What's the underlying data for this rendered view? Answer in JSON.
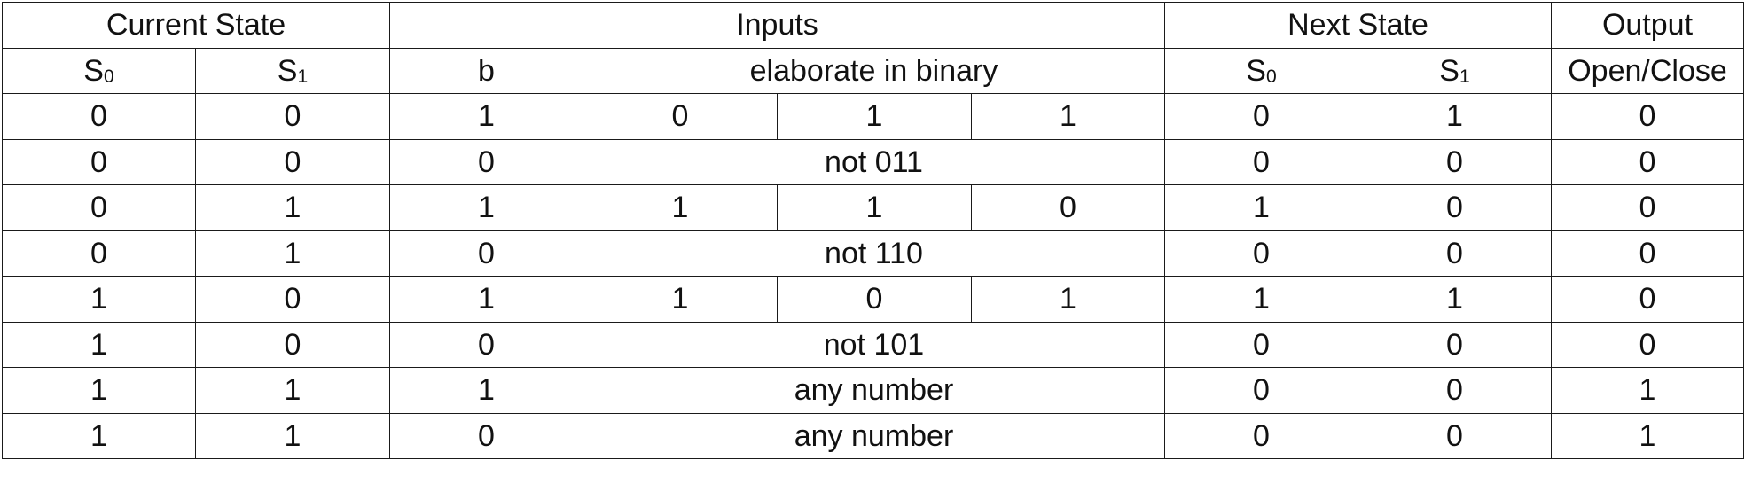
{
  "header": {
    "current_state": "Current State",
    "inputs": "Inputs",
    "next_state": "Next State",
    "output": "Output",
    "s0_letter": "S",
    "s0_sub": "0",
    "s1_letter": "S",
    "s1_sub": "1",
    "b": "b",
    "elaborate": "elaborate in binary",
    "next_s0_letter": "S",
    "next_s0_sub": "0",
    "next_s1_letter": "S",
    "next_s1_sub": "1",
    "open_close": "Open/Close"
  },
  "rows": [
    {
      "s0": "0",
      "s1": "0",
      "b": "1",
      "d1": "0",
      "d2": "1",
      "d3": "1",
      "ns0": "0",
      "ns1": "1",
      "out": "0"
    },
    {
      "s0": "0",
      "s1": "0",
      "b": "0",
      "span": "not 011",
      "ns0": "0",
      "ns1": "0",
      "out": "0"
    },
    {
      "s0": "0",
      "s1": "1",
      "b": "1",
      "d1": "1",
      "d2": "1",
      "d3": "0",
      "ns0": "1",
      "ns1": "0",
      "out": "0"
    },
    {
      "s0": "0",
      "s1": "1",
      "b": "0",
      "span": "not 110",
      "ns0": "0",
      "ns1": "0",
      "out": "0"
    },
    {
      "s0": "1",
      "s1": "0",
      "b": "1",
      "d1": "1",
      "d2": "0",
      "d3": "1",
      "ns0": "1",
      "ns1": "1",
      "out": "0"
    },
    {
      "s0": "1",
      "s1": "0",
      "b": "0",
      "span": "not 101",
      "ns0": "0",
      "ns1": "0",
      "out": "0"
    },
    {
      "s0": "1",
      "s1": "1",
      "b": "1",
      "span": "any number",
      "ns0": "0",
      "ns1": "0",
      "out": "1"
    },
    {
      "s0": "1",
      "s1": "1",
      "b": "0",
      "span": "any number",
      "ns0": "0",
      "ns1": "0",
      "out": "1"
    }
  ]
}
